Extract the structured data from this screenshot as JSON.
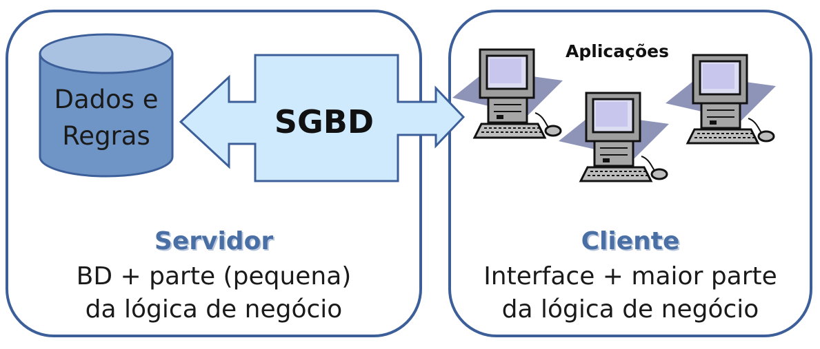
{
  "database": {
    "line1": "Dados e",
    "line2": "Regras"
  },
  "sgbd": {
    "label": "SGBD"
  },
  "client": {
    "apps_label": "Aplicações",
    "title": "Cliente",
    "desc_line1": "Interface + maior parte",
    "desc_line2": "da lógica de negócio"
  },
  "server": {
    "title": "Servidor",
    "desc_line1": "BD + parte (pequena)",
    "desc_line2": "da lógica de negócio"
  },
  "colors": {
    "border": "#3c5f9a",
    "cylinder": "#6f95c6",
    "arrow_fill": "#cfeafc",
    "title_blue": "#4a6fa5"
  }
}
